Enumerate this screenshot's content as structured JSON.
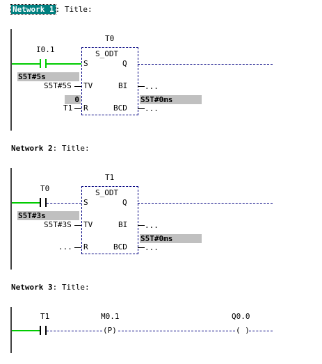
{
  "networks": [
    {
      "label": "Network 1",
      "title": ": Title:",
      "contact_addr": "I0.1",
      "timer": {
        "name": "T0",
        "type": "S_ODT",
        "pin_s": "S",
        "pin_q": "Q",
        "pin_tv": "TV",
        "pin_bi": "BI",
        "pin_r": "R",
        "pin_bcd": "BCD",
        "tv_param": "S5T#5s",
        "tv_value": "S5T#5S",
        "r_param": "0",
        "r_value": "T1",
        "bi_out": "...",
        "bcd_out": "...",
        "bcd_value": "S5T#0ms"
      }
    },
    {
      "label": "Network 2",
      "title": ": Title:",
      "contact_addr": "T0",
      "timer": {
        "name": "T1",
        "type": "S_ODT",
        "pin_s": "S",
        "pin_q": "Q",
        "pin_tv": "TV",
        "pin_bi": "BI",
        "pin_r": "R",
        "pin_bcd": "BCD",
        "tv_param": "S5T#3s",
        "tv_value": "S5T#3S",
        "r_value": "...",
        "bi_out": "...",
        "bcd_out": "...",
        "bcd_value": "S5T#0ms"
      }
    },
    {
      "label": "Network 3",
      "title": ": Title:",
      "contact_addr": "T1",
      "pos_edge_addr": "M0.1",
      "pos_edge_symbol": "P",
      "coil_addr": "Q0.0"
    }
  ],
  "colors": {
    "power_flow": "#00cc00",
    "wire": "#000080",
    "selection": "#008080",
    "param_highlight": "#c0c0c0"
  }
}
